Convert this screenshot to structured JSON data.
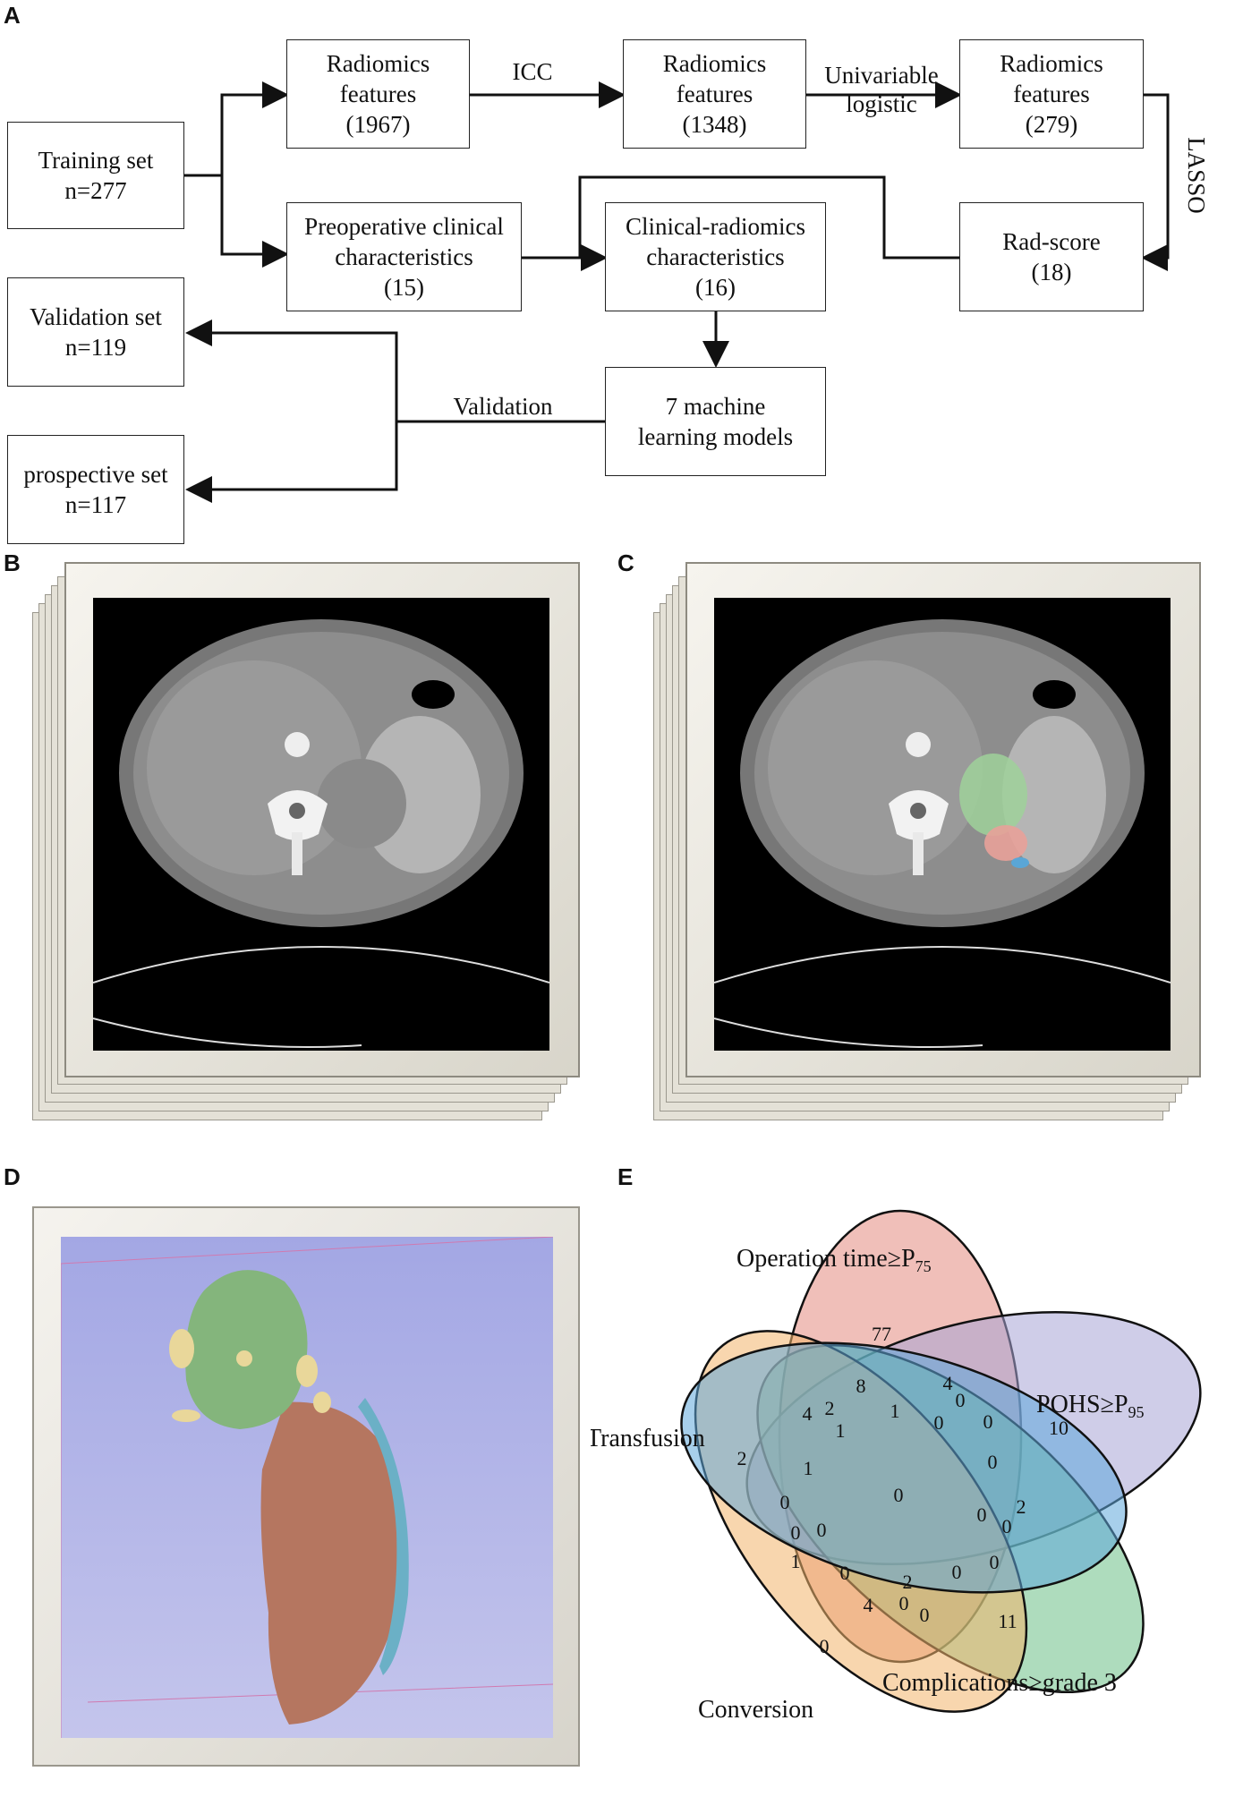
{
  "panels": {
    "a": "A",
    "b": "B",
    "c": "C",
    "d": "D",
    "e": "E"
  },
  "flowchart": {
    "training": "Training set\nn=277",
    "radiomics_1967": "Radiomics\nfeatures\n(1967)",
    "radiomics_1348": "Radiomics\nfeatures\n(1348)",
    "radiomics_279": "Radiomics\nfeatures\n(279)",
    "preop_clinical": "Preoperative clinical\ncharacteristics\n(15)",
    "clinical_radiomics": "Clinical-radiomics\ncharacteristics\n(16)",
    "rad_score": "Rad-score\n(18)",
    "validation_set": "Validation set\nn=119",
    "prospective_set": "prospective set\nn=117",
    "ml_models": "7 machine\nlearning models",
    "edge_icc": "ICC",
    "edge_univariable": "Univariable\nlogistic",
    "edge_lasso": "LASSO",
    "edge_validation": "Validation"
  },
  "colors": {
    "ct_bg": "#000000",
    "roi_green": "#9fd19a",
    "roi_red": "#e8a199",
    "roi_blue": "#5aa6d6",
    "render_bg": "#a9aee6",
    "spleen": "#b57660",
    "tumor": "#84b57c",
    "vessel": "#6bb0c6",
    "node": "#e9d79a"
  },
  "venn": {
    "sets": [
      {
        "label": "Operation time≥P",
        "subscript": "75",
        "color": "#e38b7f"
      },
      {
        "label": "POHS≥P",
        "subscript": "95",
        "color": "#a7a4d6"
      },
      {
        "label": "Complications≥grade 3",
        "color": "#6cbf86"
      },
      {
        "label": "Conversion",
        "color": "#f2b46b"
      },
      {
        "label": "Transfusion",
        "color": "#5fa7da"
      }
    ],
    "counts": {
      "op_only": "77",
      "pohs_only": "10",
      "comp_only": "11",
      "conv_only": "0",
      "trans_only": "2",
      "n8": "8",
      "n4a": "4",
      "n1a": "1",
      "n0a": "0",
      "n4b": "4",
      "n2a": "2",
      "n1b": "1",
      "n0b": "0",
      "n0c": "0",
      "n1c": "1",
      "n0d": "0",
      "n0e": "0",
      "center": "0",
      "n0f": "0",
      "n0g": "0",
      "n0h": "0",
      "n2b": "2",
      "n0i": "0",
      "n0j": "0",
      "n1d": "1",
      "n0k": "0",
      "n2c": "2",
      "n0l": "0",
      "n4c": "4",
      "n0m": "0",
      "n0n": "0",
      "n0o": "0"
    }
  }
}
